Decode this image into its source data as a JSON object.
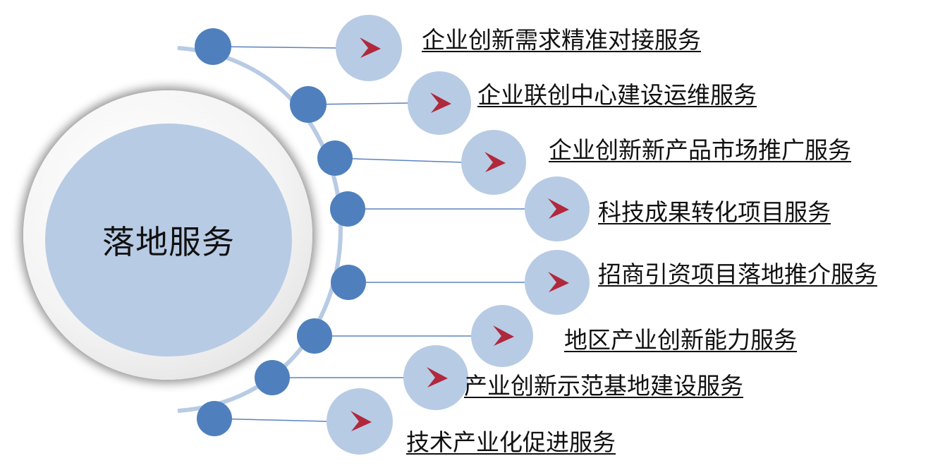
{
  "hub": {
    "title": "落地服务"
  },
  "services": [
    {
      "label": "企业创新需求精准对接服务"
    },
    {
      "label": "企业联创中心建设运维服务"
    },
    {
      "label": "企业创新新产品市场推广服务"
    },
    {
      "label": "科技成果转化项目服务"
    },
    {
      "label": "招商引资项目落地推介服务"
    },
    {
      "label": "地区产业创新能力服务"
    },
    {
      "label": "产业创新示范基地建设服务"
    },
    {
      "label": "技术产业化促进服务"
    }
  ],
  "colors": {
    "node": "#4f80bd",
    "arc": "#b8cbe4",
    "bubble": "#b8cbe4",
    "arrow": "#b0283c",
    "connector": "#5b82c2"
  },
  "icons": {
    "bubble_glyph": "arrow-pointer-icon"
  }
}
